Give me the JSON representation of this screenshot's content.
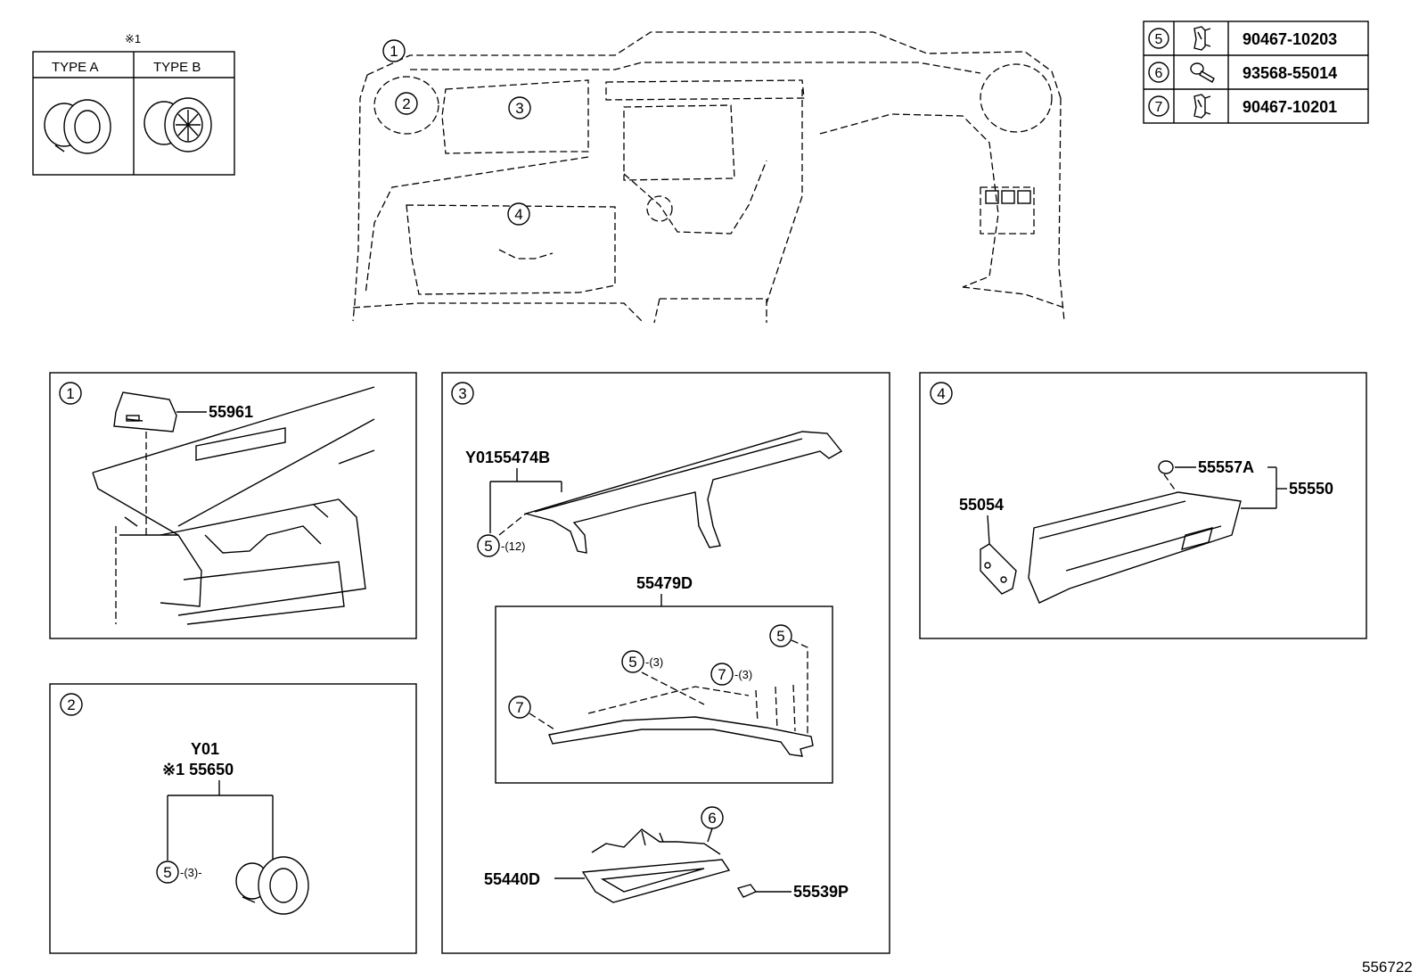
{
  "diagram_id": "556722",
  "type_table": {
    "note": "※1",
    "type_a": "TYPE A",
    "type_b": "TYPE B"
  },
  "fastener_table": [
    {
      "ref": "5",
      "part": "90467-10203"
    },
    {
      "ref": "6",
      "part": "93568-55014"
    },
    {
      "ref": "7",
      "part": "90467-10201"
    }
  ],
  "overview_callouts": [
    "1",
    "2",
    "3",
    "4"
  ],
  "panel1": {
    "num": "1",
    "part": "55961"
  },
  "panel2": {
    "num": "2",
    "label_a": "Y01",
    "label_b": "※1 55650",
    "ref": "5",
    "qty": "-(3)-"
  },
  "panel3": {
    "num": "3",
    "top_part": "Y0155474B",
    "top_ref": "5",
    "top_qty": "-(12)",
    "sub_part": "55479D",
    "sub_ref_a": "5",
    "sub_qty_a": "-(3)",
    "sub_ref_b": "7",
    "sub_qty_b": "-(3)",
    "sub_ref_c": "5",
    "sub_ref_d": "7",
    "bottom_part": "55440D",
    "bottom_ref": "6",
    "small_part": "55539P"
  },
  "panel4": {
    "num": "4",
    "part_a": "55054",
    "part_b": "55557A",
    "part_c": "55550"
  }
}
